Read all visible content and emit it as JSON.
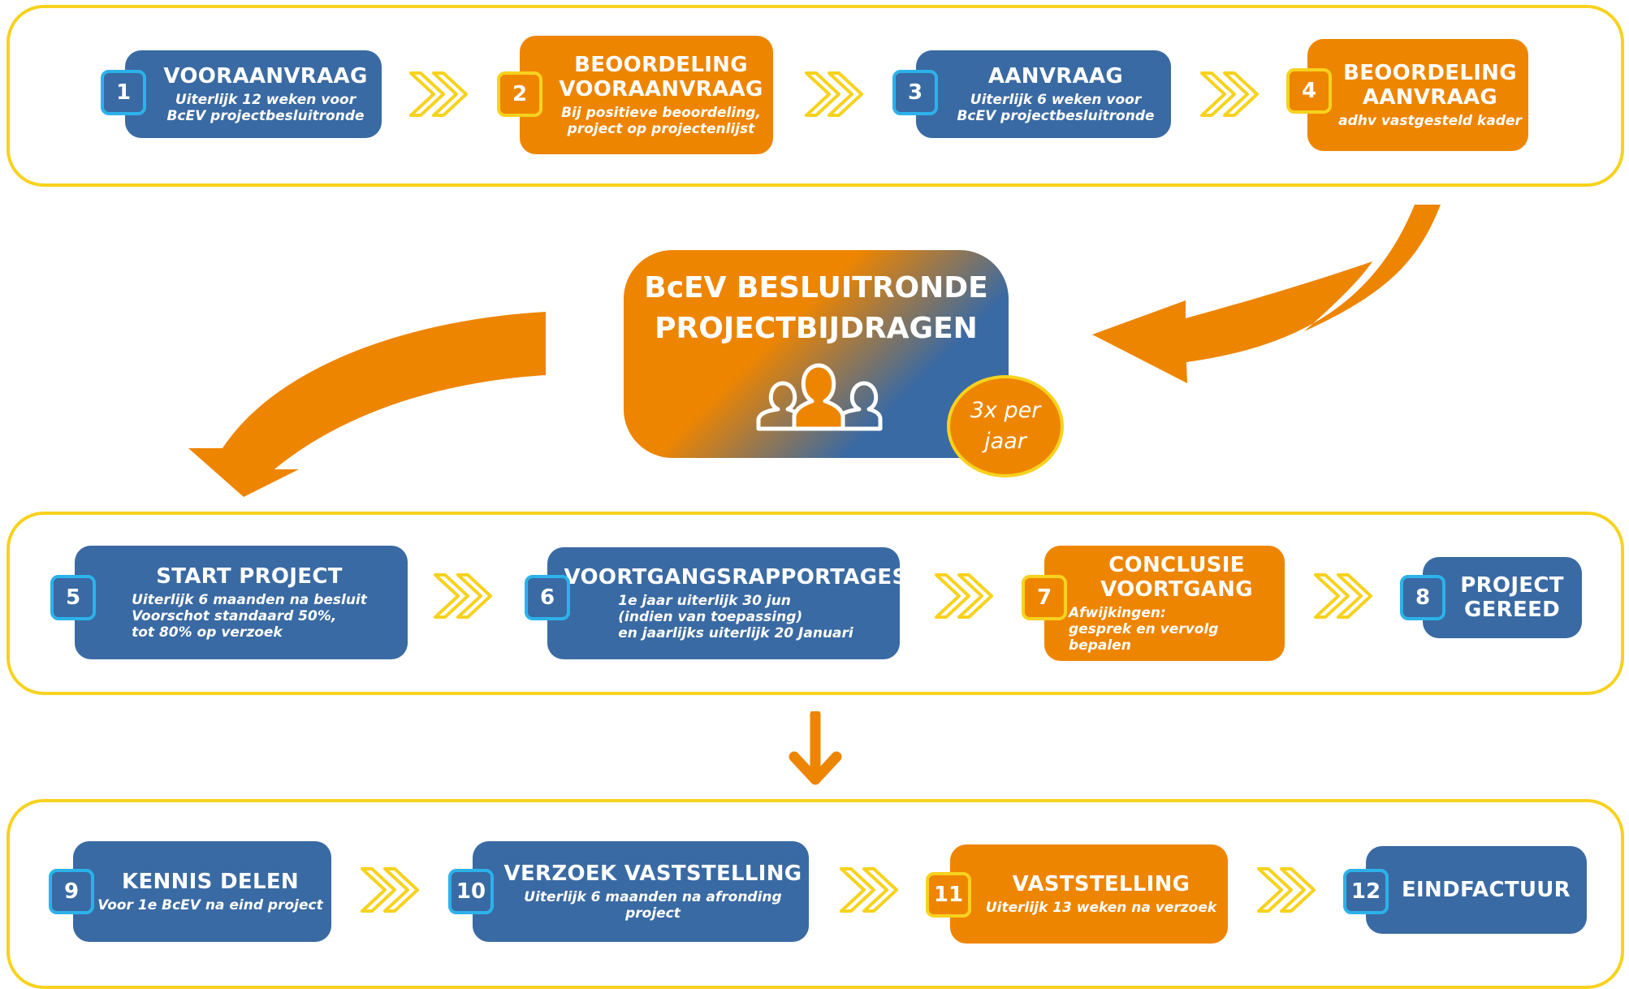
{
  "colors": {
    "blue": "#3a6aa3",
    "orange": "#ee8500",
    "yellow": "#f7d21e",
    "cyan": "#2cb2ea"
  },
  "steps": [
    {
      "number": "1",
      "title": "VOORAANVRAAG",
      "subtitle": "Uiterlijk 12 weken voor\nBcEV projectbesluitronde"
    },
    {
      "number": "2",
      "title": "BEOORDELING\nVOORAANVRAAG",
      "subtitle": "Bij positieve beoordeling,\nproject op projectenlijst"
    },
    {
      "number": "3",
      "title": "AANVRAAG",
      "subtitle": "Uiterlijk 6 weken voor\nBcEV projectbesluitronde"
    },
    {
      "number": "4",
      "title": "BEOORDELING\nAANVRAAG",
      "subtitle": "adhv vastgesteld kader"
    },
    {
      "number": "5",
      "title": "START PROJECT",
      "subtitle": "Uiterlijk 6 maanden na besluit\nVoorschot standaard 50%,\ntot 80% op verzoek"
    },
    {
      "number": "6",
      "title": "VOORTGANGSRAPPORTAGES",
      "subtitle": "1e jaar uiterlijk 30 jun\n(indien van toepassing)\nen jaarlijks uiterlijk 20 Januari"
    },
    {
      "number": "7",
      "title": "CONCLUSIE\nVOORTGANG",
      "subtitle": "Afwijkingen:\ngesprek en vervolg bepalen"
    },
    {
      "number": "8",
      "title": "PROJECT\nGEREED",
      "subtitle": ""
    },
    {
      "number": "9",
      "title": "KENNIS DELEN",
      "subtitle": "Voor 1e BcEV na eind project"
    },
    {
      "number": "10",
      "title": "VERZOEK VASTSTELLING",
      "subtitle": "Uiterlijk 6 maanden na afronding project"
    },
    {
      "number": "11",
      "title": "VASTSTELLING",
      "subtitle": "Uiterlijk 13 weken na verzoek"
    },
    {
      "number": "12",
      "title": "EINDFACTUUR",
      "subtitle": ""
    }
  ],
  "central": {
    "title": "BcEV BESLUITRONDE\nPROJECTBIJDRAGEN",
    "icon": "people-icon",
    "badge": "3x per\njaar"
  }
}
